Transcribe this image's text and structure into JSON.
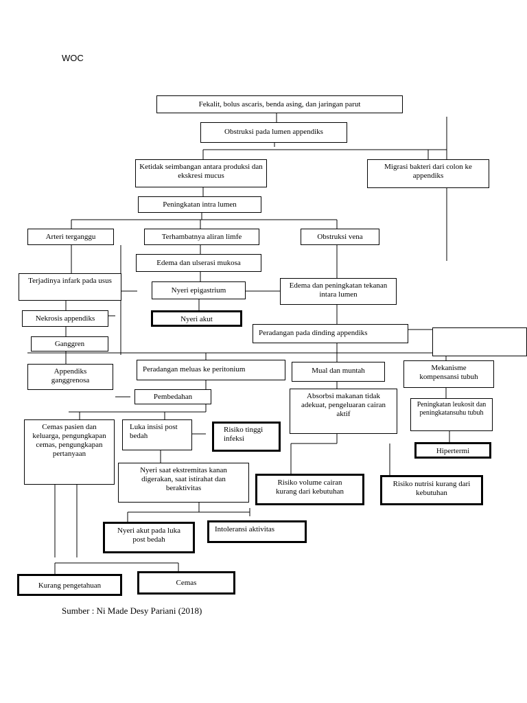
{
  "title": "WOC",
  "source": "Sumber : Ni Made Desy Pariani (2018)",
  "nodes": {
    "fekalit": "Fekalit, bolus ascaris, benda asing, dan jaringan parut",
    "obstruksi_lumen": "Obstruksi pada lumen appendiks",
    "ketidakseimbangan": "Ketidak seimbangan antara produksi dan ekskresi mucus",
    "migrasi": "Migrasi bakteri dari colon ke appendiks",
    "peningkatan_intra": "Peningkatan intra lumen",
    "arteri": "Arteri terganggu",
    "limfe": "Terhambatnya aliran limfe",
    "obstruksi_vena": "Obstruksi vena",
    "edema_ulserasi": "Edema dan ulserasi mukosa",
    "infark": "Terjadinya infark pada usus",
    "nyeri_epigastrium": "Nyeri epigastrium",
    "edema_tekanan": "Edema dan peningkatan tekanan intara lumen",
    "nekrosis": "Nekrosis appendiks",
    "nyeri_akut": "Nyeri akut",
    "peradangan_dinding": "Peradangan pada dinding appendiks",
    "ganggren": "Ganggren",
    "appendiks_ganggrenosa": "Appendiks ganggrenosa",
    "peradangan_meluas": "Peradangan meluas ke peritonium",
    "mual": "Mual dan muntah",
    "mekanisme": "Mekanisme kompensansi tubuh",
    "pembedahan": "Pembedahan",
    "absorbsi": "Absorbsi makanan tidak adekuat, pengeluaran cairan aktif",
    "peningkatan_leukosit": "Peningkatan leukosit dan peningkatansuhu tubuh",
    "cemas_pasien": "Cemas pasien dan keluarga, pengungkapan cemas, pengungkapan pertanyaan",
    "luka_insisi": "Luka insisi post bedah",
    "risiko_infeksi": "Risiko tinggi infeksi",
    "hipertermi": "Hipertermi",
    "nyeri_ekstremitas": "Nyeri saat ekstremitas kanan digerakan, saat istirahat dan beraktivitas",
    "risiko_volume": "Risiko volume cairan kurang dari kebutuhan",
    "risiko_nutrisi": "Risiko nutrisi kurang dari kebutuhan",
    "nyeri_luka": "Nyeri akut pada luka post bedah",
    "intoleransi": "Intoleransi aktivitas",
    "kurang_pengetahuan": "Kurang pengetahuan",
    "cemas": "Cemas"
  }
}
